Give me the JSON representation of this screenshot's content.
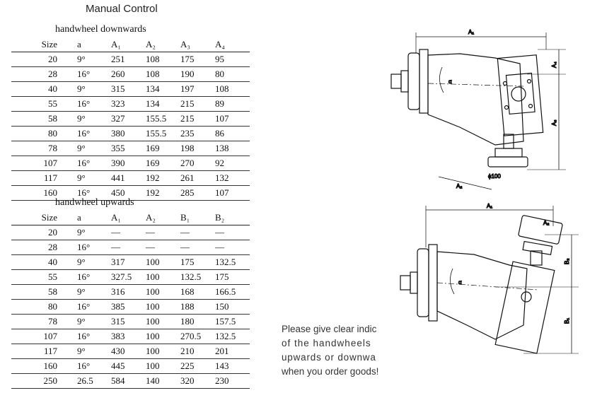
{
  "title": "Manual Control",
  "table_down": {
    "caption": "handwheel downwards",
    "headers": [
      "Size",
      "a",
      "A₁",
      "A₂",
      "A₃",
      "A₄"
    ],
    "rows": [
      [
        "20",
        "9°",
        "251",
        "108",
        "175",
        "95"
      ],
      [
        "28",
        "16°",
        "260",
        "108",
        "190",
        "80"
      ],
      [
        "40",
        "9°",
        "315",
        "134",
        "197",
        "108"
      ],
      [
        "55",
        "16°",
        "323",
        "134",
        "215",
        "89"
      ],
      [
        "58",
        "9°",
        "327",
        "155.5",
        "215",
        "107"
      ],
      [
        "80",
        "16°",
        "380",
        "155.5",
        "235",
        "86"
      ],
      [
        "78",
        "9°",
        "355",
        "169",
        "198",
        "138"
      ],
      [
        "107",
        "16°",
        "390",
        "169",
        "270",
        "92"
      ],
      [
        "117",
        "9°",
        "441",
        "192",
        "261",
        "132"
      ],
      [
        "160",
        "16°",
        "450",
        "192",
        "285",
        "107"
      ]
    ]
  },
  "table_up": {
    "caption": "handwheel upwards",
    "headers": [
      "Size",
      "a",
      "A₁",
      "A₂",
      "B₁",
      "B₂"
    ],
    "rows": [
      [
        "20",
        "9°",
        "—",
        "—",
        "—",
        "—"
      ],
      [
        "28",
        "16°",
        "—",
        "—",
        "—",
        "—"
      ],
      [
        "40",
        "9°",
        "317",
        "100",
        "175",
        "132.5"
      ],
      [
        "55",
        "16°",
        "327.5",
        "100",
        "132.5",
        "175"
      ],
      [
        "58",
        "9°",
        "316",
        "100",
        "168",
        "166.5"
      ],
      [
        "80",
        "16°",
        "385",
        "100",
        "188",
        "150"
      ],
      [
        "78",
        "9°",
        "315",
        "100",
        "180",
        "157.5"
      ],
      [
        "107",
        "16°",
        "383",
        "100",
        "270.5",
        "132.5"
      ],
      [
        "117",
        "9°",
        "430",
        "100",
        "210",
        "201"
      ],
      [
        "160",
        "16°",
        "445",
        "100",
        "225",
        "143"
      ],
      [
        "250",
        "26.5",
        "584",
        "140",
        "320",
        "230"
      ]
    ]
  },
  "note": {
    "lines": [
      "Please give clear indic",
      "of the handwheels",
      "upwards or downwa",
      "when you order goods!"
    ]
  },
  "drawing_top": {
    "labels": {
      "a1": "A₁",
      "a2": "A₂",
      "a3": "A₃",
      "a4": "A₄",
      "alpha": "α",
      "dia": "ϕ100"
    }
  },
  "drawing_bottom": {
    "labels": {
      "a1": "A₁",
      "a2": "A₂",
      "b1": "B₁",
      "b2": "B₂",
      "alpha": "α"
    }
  }
}
